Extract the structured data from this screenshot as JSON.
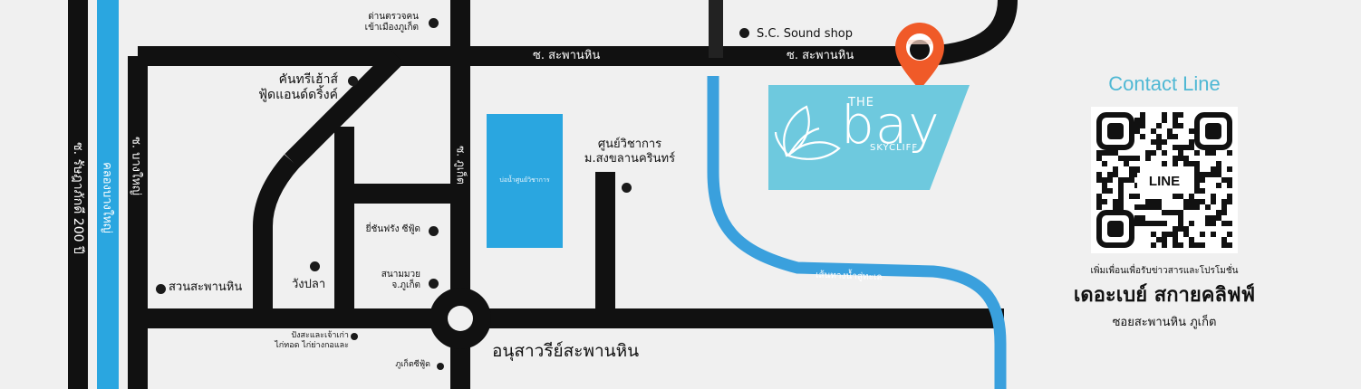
{
  "colors": {
    "background": "#f0f0f0",
    "road": "#111111",
    "canal": "#2aa6e0",
    "water_route": "#3aa0dd",
    "logo_panel": "#6ec9de",
    "pin": "#f05a28",
    "contact_title": "#4fb8d4"
  },
  "roads": {
    "soi_saphan_hin_left": "ซ. สะพานหิน",
    "soi_saphan_hin_right": "ซ. สะพานหิน",
    "ratthaphakdi": "ซ. รัษฎาภักดี 200 ปี",
    "bang_yai_road": "ซ. บางใหญ่",
    "khlong_bang_yai": "คลองบางใหญ่",
    "soi_vertical_center": "ซ. ภูเก็ต"
  },
  "places": {
    "checkpoint": [
      "ด่านตรวจคน",
      "เข้าเมืองภูเก็ต"
    ],
    "sc_sound_shop": "S.C. Sound shop",
    "country_house": [
      "คันทรีเฮ้าส์",
      "ฟู้ดแอนด์ดริ้งค์"
    ],
    "academic_center": [
      "ศูนย์วิชาการ",
      "ม.สงขลานครินทร์"
    ],
    "pond": "บ่อน้ำศูนย์วิชาการ",
    "yichan": "ยี่ชันฟรัง ซีฟู้ด",
    "boxing_stadium": [
      "สนามมวย",
      "จ.ภูเก็ต"
    ],
    "wang_pla": "วังปลา",
    "saphan_hin_park": "สวนสะพานหิน",
    "crab_shop": [
      "ปังสะและเจ้าเก่า",
      "ไก่ทอด ไก่ย่างกอและ"
    ],
    "phuket_seafood": "ภูเก็ตซีฟู้ด",
    "monument": "อนุสาวรีย์สะพานหิน",
    "water_route": "เส้นทางน้ำสู่ทะเล"
  },
  "logo": {
    "the": "THE",
    "bay": "bay",
    "skycliff": "SKYCLIFF",
    "icon": "lotus-leaf-icon"
  },
  "contact": {
    "title": "Contact Line",
    "qr_label": "LINE",
    "subtitle": "เพิ่มเพื่อนเพื่อรับข่าวสารและโปรโมชั่น",
    "name": "เดอะเบย์ สกายคลิฟฟ์",
    "address": "ซอยสะพานหิน ภูเก็ต"
  }
}
